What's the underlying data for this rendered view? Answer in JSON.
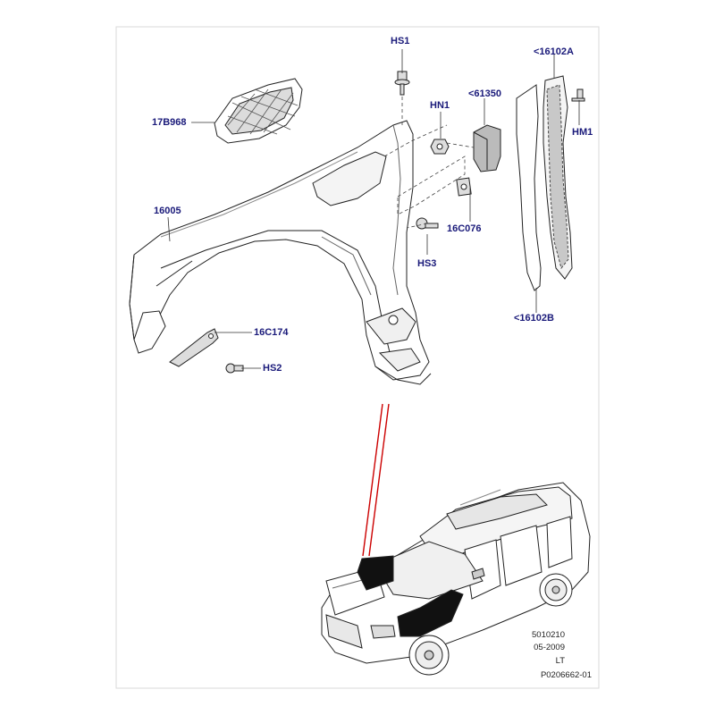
{
  "callouts": {
    "hs1": "HS1",
    "p16102a": "<16102A",
    "p17b968": "17B968",
    "hn1": "HN1",
    "p61350": "<61350",
    "hm1": "HM1",
    "p16005": "16005",
    "p16c076": "16C076",
    "hs3": "HS3",
    "p16102b": "<16102B",
    "p16c174": "16C174",
    "hs2": "HS2"
  },
  "footer": {
    "code": "5010210",
    "date": "05-2009",
    "lang": "LT",
    "ref": "P0206662-01"
  },
  "colors": {
    "label": "#1a1a7a",
    "line": "#222222",
    "highlight": "#cc0000"
  }
}
